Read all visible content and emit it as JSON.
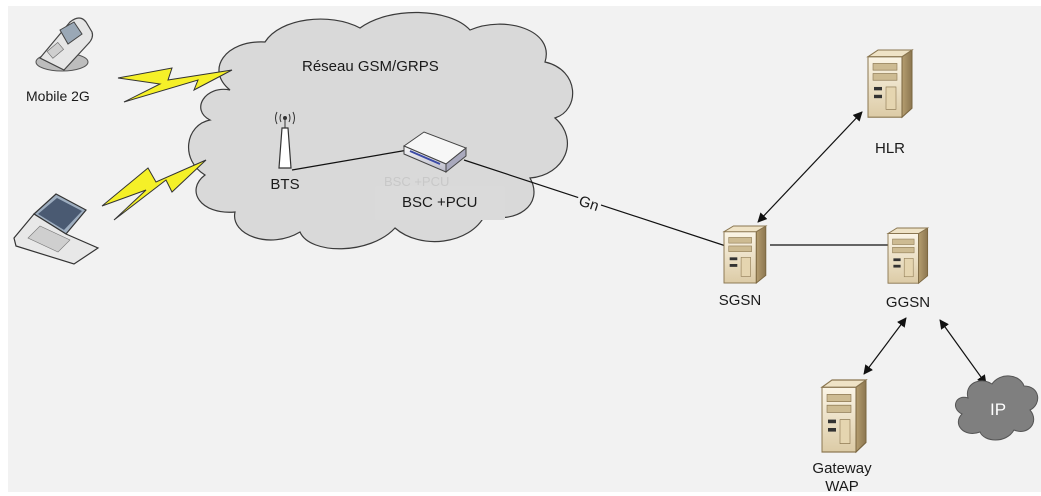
{
  "diagram": {
    "cloud_title": "Réseau GSM/GRPS",
    "mobile_label": "Mobile 2G",
    "bts_label": "BTS",
    "bsc_label": "BSC +PCU",
    "bsc_label_shadow": "BSC +PCU",
    "gn_label": "Gn",
    "hlr_label": "HLR",
    "sgsn_label": "SGSN",
    "ggsn_label": "GGSN",
    "wap_label_line1": "Gateway",
    "wap_label_line2": "WAP",
    "ip_label": "IP"
  },
  "colors": {
    "background_panel": "#f2f2f2",
    "cloud_fill": "#d9d9d9",
    "lightning": "#f5f028",
    "server_body": "#e8dcc0",
    "ip_cloud": "#7f7f7f"
  }
}
